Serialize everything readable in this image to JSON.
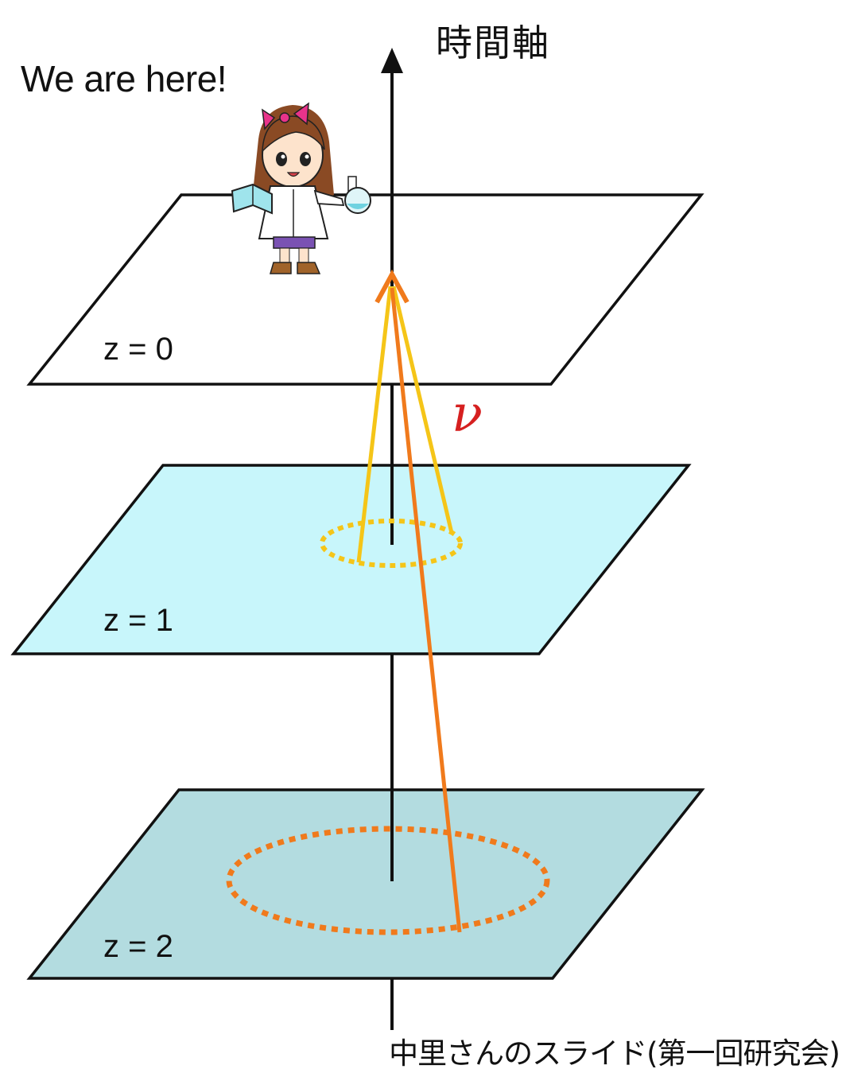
{
  "axis_label": "時間軸",
  "here_label": "We are here!",
  "neutrino_symbol": "ν",
  "credit": "中里さんのスライド(第一回研究会)",
  "planes": [
    {
      "label": "z = 0",
      "fill": "#ffffff"
    },
    {
      "label": "z = 1",
      "fill": "#c8f6fb"
    },
    {
      "label": "z = 2",
      "fill": "#b3dce0"
    }
  ],
  "colors": {
    "axis": "#111111",
    "plane_stroke": "#111111",
    "ray_yellow": "#f5c518",
    "ray_orange": "#f07a1c",
    "nu_color": "#d62020"
  },
  "icons": {
    "scientist": "girl-scientist-icon"
  }
}
